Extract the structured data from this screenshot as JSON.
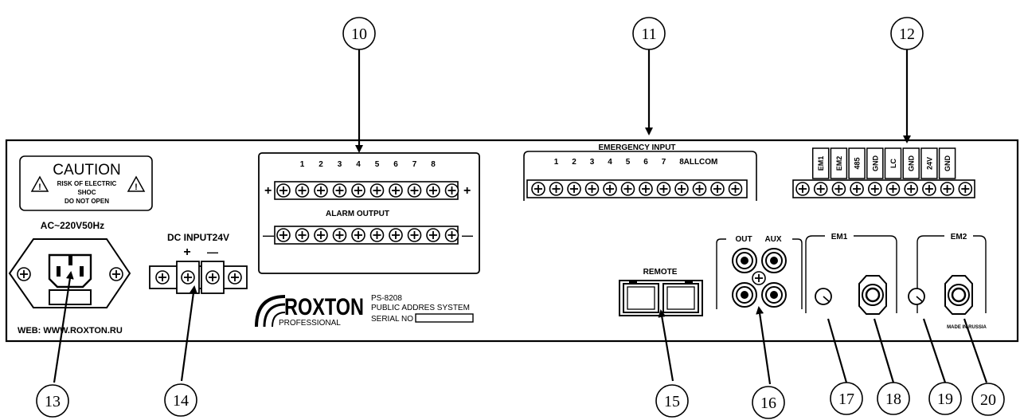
{
  "callouts": [
    "10",
    "11",
    "12",
    "13",
    "14",
    "15",
    "16",
    "17",
    "18",
    "19",
    "20"
  ],
  "caution": {
    "title": "CAUTION",
    "line1": "RISK OF ELECTRIC",
    "line2": "SHOC",
    "line3": "DO NOT OPEN",
    "rating": "AC~220V50Hz"
  },
  "web": "WEB: WWW.ROXTON.RU",
  "dc_input": {
    "label": "DC INPUT24V",
    "plus": "+",
    "minus": "—"
  },
  "alarm": {
    "numbers": [
      "1",
      "2",
      "3",
      "4",
      "5",
      "6",
      "7",
      "8"
    ],
    "label": "ALARM OUTPUT",
    "plus": "+",
    "minus": "—"
  },
  "emergency": {
    "label": "EMERGENCY INPUT",
    "numbers": [
      "1",
      "2",
      "3",
      "4",
      "5",
      "6",
      "7",
      "8"
    ],
    "allcom": "ALLCOM"
  },
  "terminal_block": [
    "EM1",
    "EM2",
    "485",
    "GND",
    "LC",
    "GND",
    "24V",
    "GND"
  ],
  "remote_label": "REMOTE",
  "out_label": "OUT",
  "aux_label": "AUX",
  "em1_label": "EM1",
  "em2_label": "EM2",
  "made_in": "MADE IN RUSSIA",
  "brand": {
    "name": "ROXTON",
    "sub": "PROFESSIONAL",
    "model": "PS-8208",
    "system": "PUBLIC ADDRES SYSTEM",
    "serial": "SERIAL NO"
  }
}
